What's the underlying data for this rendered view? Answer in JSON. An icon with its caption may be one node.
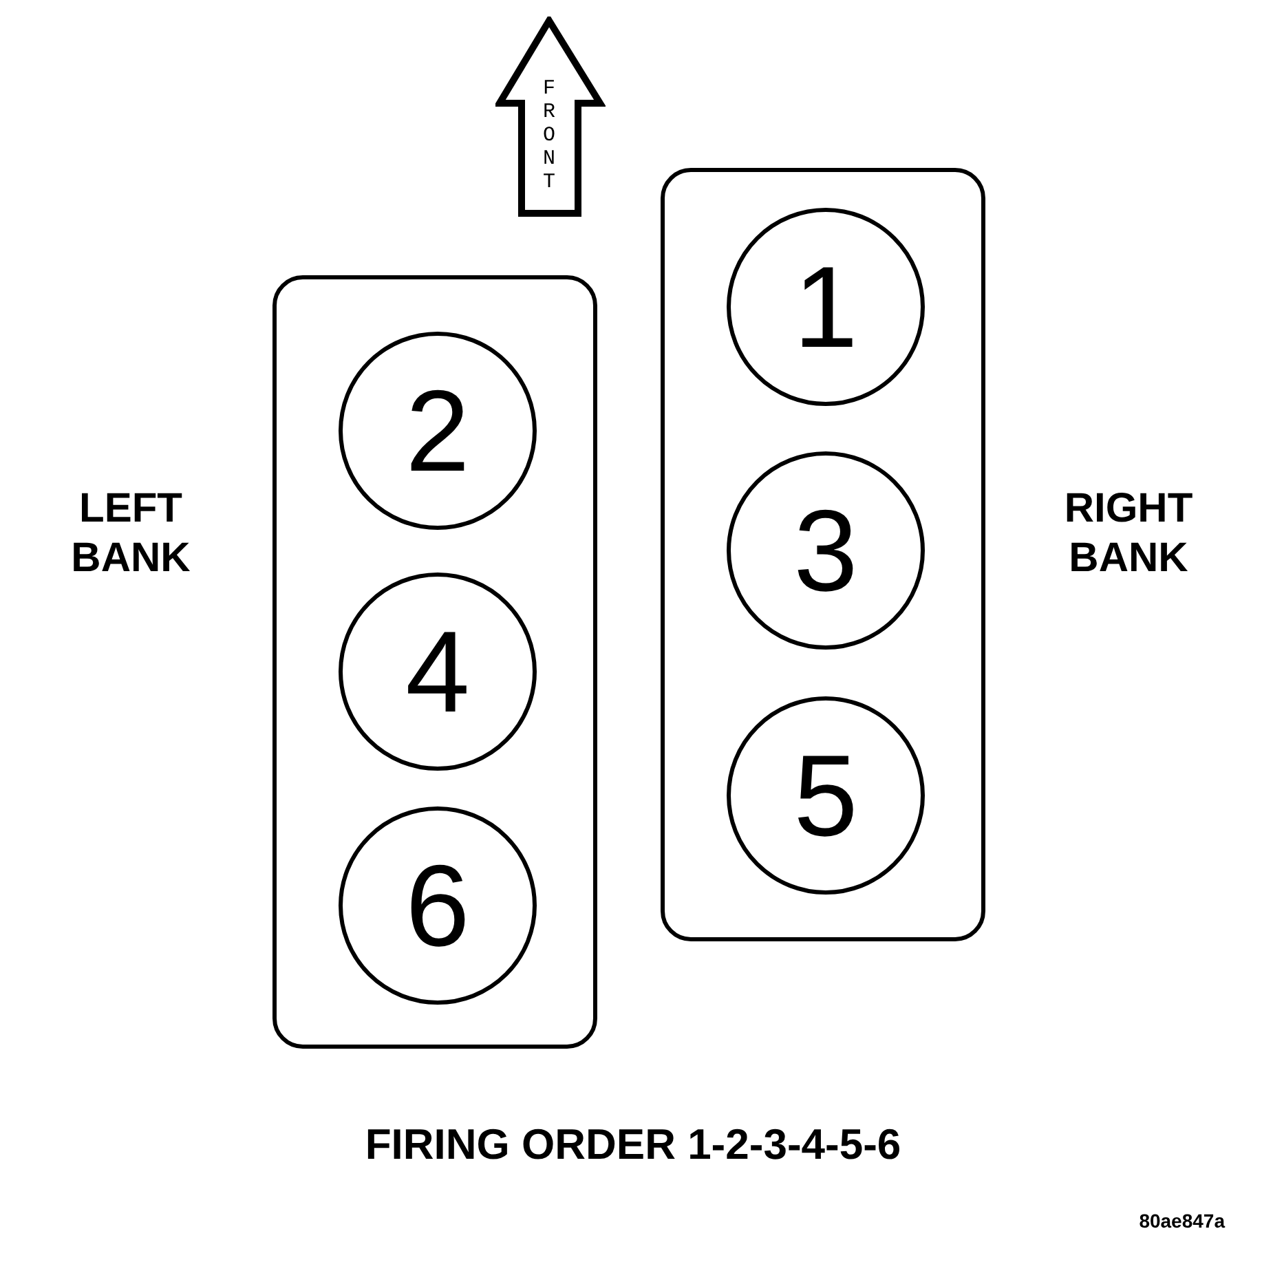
{
  "diagram": {
    "nodes": [
      {
        "text": [],
        "shape": "box",
        "beside": [
          "LEFT BANK"
        ]
      },
      {
        "text": [
          "2"
        ],
        "in": 0
      },
      {
        "text": [
          "4"
        ],
        "in": 0
      },
      {
        "text": [
          "6"
        ],
        "in": 0
      },
      {
        "text": [],
        "shape": "box",
        "beside": [
          "RIGHT BANK"
        ]
      },
      {
        "text": [
          "1"
        ],
        "in": 4
      },
      {
        "text": [
          "3"
        ],
        "in": 4
      },
      {
        "text": [
          "5"
        ],
        "in": 4
      }
    ],
    "labels": [
      "FRONT",
      "FIRING ORDER 1-2-3-4-5-6",
      "80ae847a"
    ]
  }
}
